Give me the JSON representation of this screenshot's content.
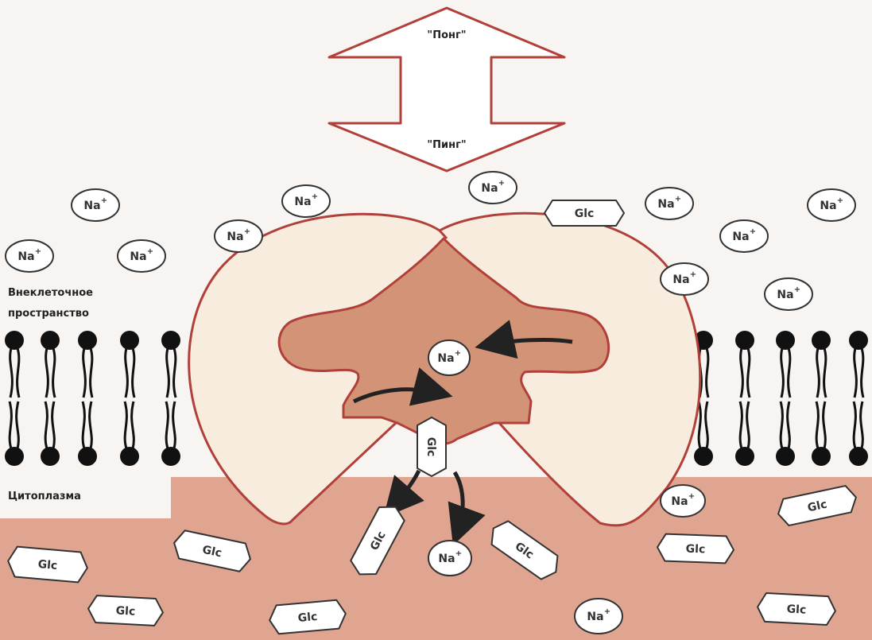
{
  "labels": {
    "pong": "\"Понг\"",
    "ping": "\"Пинг\"",
    "extracellular_line1": "Внеклеточное",
    "extracellular_line2": "пространство",
    "cytoplasm": "Цитоплазма"
  },
  "molecules": {
    "sodium": "Na",
    "sodium_charge": "+",
    "glucose": "Glc"
  },
  "colors": {
    "background": "#f7f4f2",
    "cytoplasm": "#dfa590",
    "protein_outline": "#b2403a",
    "protein_fill": "#f8ecde",
    "protein_core": "#d39377",
    "lipid": "#111111"
  }
}
